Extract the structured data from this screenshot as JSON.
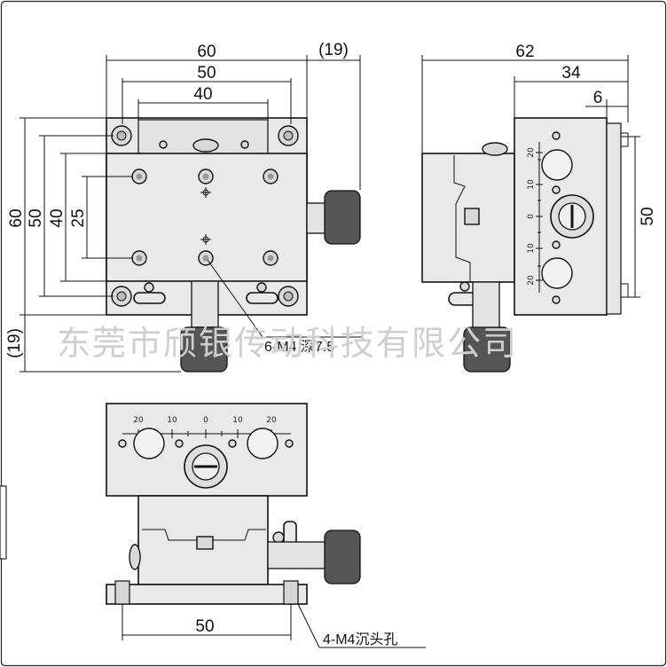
{
  "dimensions": {
    "top_view": {
      "width_60": "60",
      "width_50": "50",
      "width_40": "40",
      "offset_19_top": "(19)",
      "height_60": "60",
      "height_50": "50",
      "height_40": "40",
      "height_25": "25",
      "offset_19_left": "(19)"
    },
    "side_view": {
      "width_62": "62",
      "width_34": "34",
      "width_6": "6",
      "height_50": "50"
    },
    "front_view": {
      "base_50": "50"
    }
  },
  "annotations": {
    "tapped_holes": "6-M4 深7.5",
    "counterbore_holes": "4-M4沉头孔"
  },
  "scale_marks": {
    "horizontal": [
      "20",
      "10",
      "0",
      "10",
      "20"
    ],
    "vertical": [
      "20",
      "10",
      "0",
      "10",
      "20"
    ]
  },
  "watermark": "东莞市颀银传动科技有限公司"
}
